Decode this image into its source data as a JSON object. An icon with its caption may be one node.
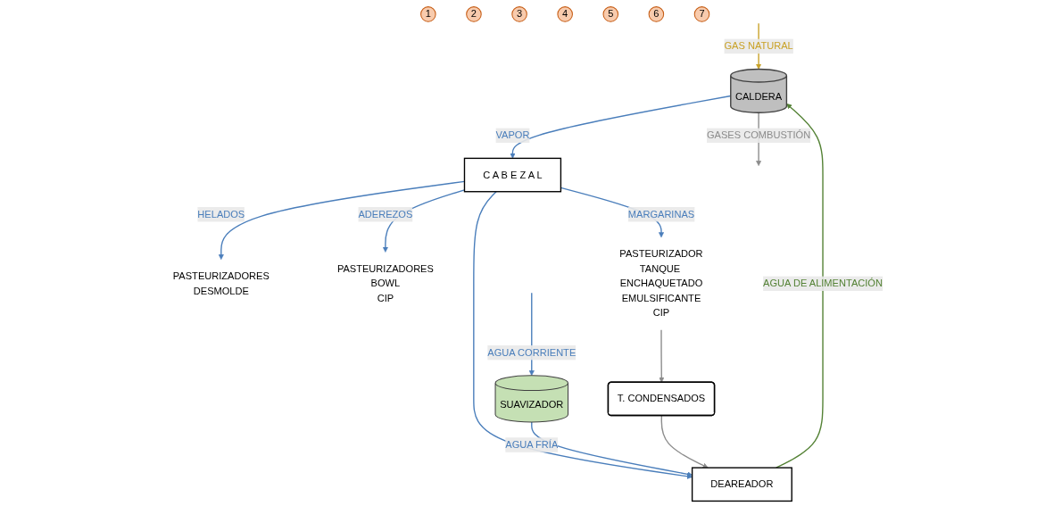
{
  "diagram": {
    "nodes": [
      {
        "text": [
          "CALDERA"
        ]
      },
      {
        "text": [
          "DEAREADOR"
        ]
      },
      {
        "text": [
          "SUAVIZADOR"
        ]
      },
      {
        "text": [
          "T. CONDENSADOS"
        ]
      },
      {
        "text": [
          "C A B E Z A L"
        ]
      },
      {
        "text": [
          "PASTEURIZADORES",
          "DESMOLDE"
        ]
      },
      {
        "text": [
          "PASTEURIZADORES",
          "BOWL",
          "CIP"
        ]
      },
      {
        "text": [
          "PASTEURIZADOR",
          "TANQUE ENCHAQUETADO",
          "EMULSIFICANTE",
          "CIP"
        ]
      },
      {
        "text": [
          "1"
        ]
      },
      {
        "text": [
          "2"
        ]
      },
      {
        "text": [
          "3"
        ]
      },
      {
        "text": [
          "4"
        ]
      },
      {
        "text": [
          "5"
        ]
      },
      {
        "text": [
          "6"
        ]
      },
      {
        "text": [
          "7"
        ]
      }
    ],
    "edges": [
      {
        "from": null,
        "to": 0,
        "arrow": "to",
        "label": "GAS NATURAL",
        "color": "#c9a227"
      },
      {
        "from": 0,
        "to": null,
        "arrow": "to",
        "label": "GASES COMBUSTIÓN",
        "color": "#8c8c8c"
      },
      {
        "from": 1,
        "to": 0,
        "arrow": "to",
        "label": "AGUA DE ALIMENTACIÓN",
        "color": "#548235"
      },
      {
        "from": 0,
        "to": 4,
        "arrow": "to",
        "label": "VAPOR"
      },
      {
        "from": 4,
        "to": 5,
        "arrow": "to",
        "label": "HELADOS"
      },
      {
        "from": 4,
        "to": 6,
        "arrow": "to",
        "label": "ADEREZOS"
      },
      {
        "from": 4,
        "to": 7,
        "arrow": "to",
        "label": "MARGARINAS"
      },
      {
        "from": 4,
        "to": 1,
        "arrow": "to"
      },
      {
        "from": null,
        "to": 2,
        "arrow": "to",
        "label": "AGUA CORRIENTE"
      },
      {
        "from": 2,
        "to": 1,
        "arrow": "to",
        "label": "AGUA FRÍA"
      },
      {
        "from": 7,
        "to": 3,
        "arrow": "to",
        "color": "#8c8c8c"
      },
      {
        "from": 3,
        "to": 1,
        "arrow": "to",
        "color": "#8c8c8c"
      }
    ]
  }
}
